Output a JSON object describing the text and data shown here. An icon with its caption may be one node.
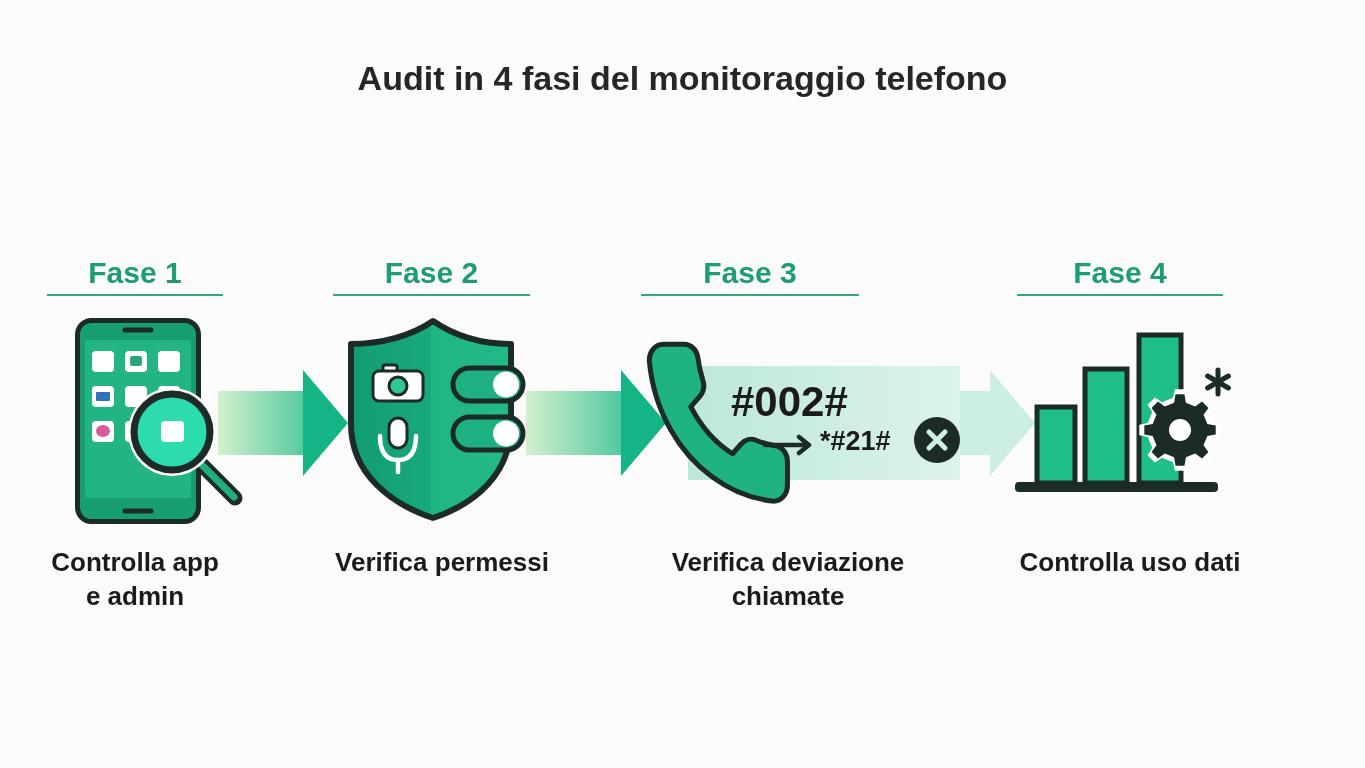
{
  "diagram": {
    "title": "Audit in 4 fasi del monitoraggio telefono",
    "nodes": [
      {
        "text": [
          "Fase 1",
          "Controlla app e admin"
        ]
      },
      {
        "text": [
          "Fase 2",
          "Verifica permessi"
        ]
      },
      {
        "text": [
          "Fase 3",
          "#002#",
          "*#21#",
          "Verifica deviazione chiamate"
        ]
      },
      {
        "text": [
          "Fase 4",
          "Controlla uso dati"
        ]
      }
    ],
    "edges": [
      {
        "from": 0,
        "to": 1,
        "arrow": "to"
      },
      {
        "from": 1,
        "to": 2,
        "arrow": "to"
      },
      {
        "from": 2,
        "to": 3,
        "arrow": "to",
        "color": "#cdeee5"
      }
    ]
  }
}
